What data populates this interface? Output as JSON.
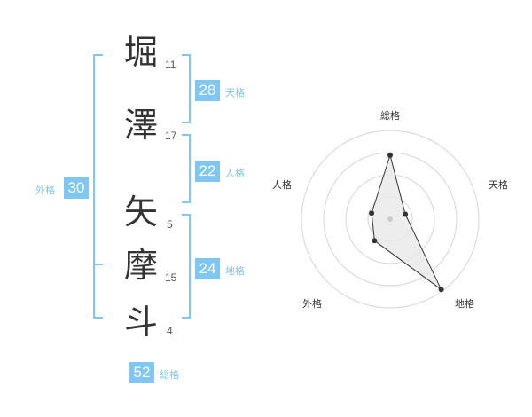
{
  "name": {
    "chars": [
      {
        "char": "堀",
        "strokes": "11"
      },
      {
        "char": "澤",
        "strokes": "17"
      },
      {
        "char": "矢",
        "strokes": "5"
      },
      {
        "char": "摩",
        "strokes": "15"
      },
      {
        "char": "斗",
        "strokes": "4"
      }
    ]
  },
  "fortunes": {
    "tenkaku": {
      "value": "28",
      "label": "天格"
    },
    "jinkaku": {
      "value": "22",
      "label": "人格"
    },
    "chikaku": {
      "value": "24",
      "label": "地格"
    },
    "gaikaku": {
      "value": "30",
      "label": "外格"
    },
    "soukaku": {
      "value": "52",
      "label": "総格"
    }
  },
  "radar": {
    "axes": [
      "総格",
      "天格",
      "地格",
      "外格",
      "人格"
    ],
    "values": [
      0.72,
      0.18,
      0.98,
      0.3,
      0.22
    ],
    "accent_color": "#7fc6f2",
    "fill_color": "#e8e8e8",
    "line_color": "#333333"
  }
}
